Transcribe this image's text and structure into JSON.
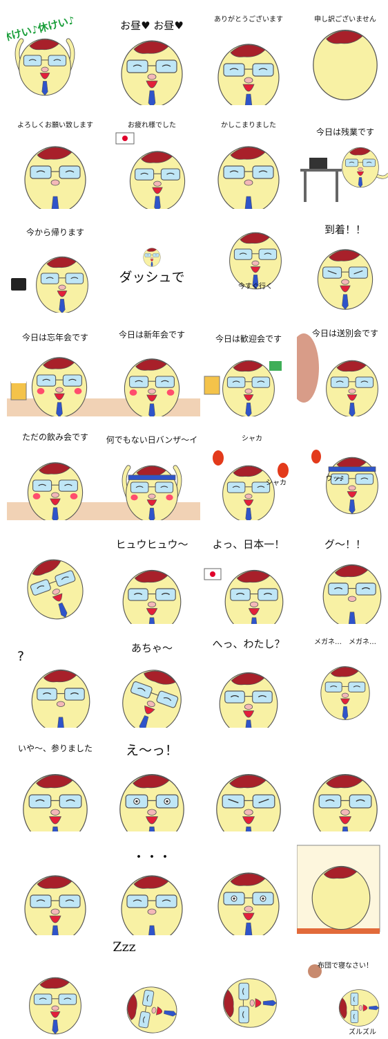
{
  "sheet": {
    "stickers": [
      {
        "caption": "休けい♪休けい♪",
        "pose": "cheer"
      },
      {
        "caption": "お昼♥ お昼♥",
        "pose": "onigiri"
      },
      {
        "caption": "ありがとうございます",
        "pose": "thanks"
      },
      {
        "caption": "申し訳ございません",
        "pose": "bow"
      },
      {
        "caption": "よろしくお願い致します",
        "pose": "greet"
      },
      {
        "caption": "お疲れ様でした",
        "pose": "flag"
      },
      {
        "caption": "かしこまりました",
        "pose": "greet"
      },
      {
        "caption": "今日は残業です",
        "pose": "desk"
      },
      {
        "caption": "今から帰ります",
        "pose": "bag"
      },
      {
        "caption": "ダッシュで",
        "pose": "fall"
      },
      {
        "caption": "今すぐ行く",
        "pose": "side"
      },
      {
        "caption": "到着！！",
        "pose": "arrive"
      },
      {
        "caption": "今日は忘年会です",
        "pose": "beer"
      },
      {
        "caption": "今日は新年会です",
        "pose": "sake"
      },
      {
        "caption": "今日は歓迎会です",
        "pose": "welcome"
      },
      {
        "caption": "今日は送別会です",
        "pose": "farewell"
      },
      {
        "caption": "ただの飲み会です",
        "pose": "drink"
      },
      {
        "caption": "何でもない日バンザ～イ",
        "pose": "banzai"
      },
      {
        "caption": "シャカ",
        "caption2": "シャカ",
        "pose": "maracas"
      },
      {
        "caption": "ウッ♪",
        "pose": "maracas2"
      },
      {
        "caption": "",
        "pose": "sing"
      },
      {
        "caption": "ヒュウヒュウ～",
        "pose": "whistle"
      },
      {
        "caption": "よっ、日本一！",
        "pose": "flag2"
      },
      {
        "caption": "グ～！！",
        "pose": "punch"
      },
      {
        "caption": "?",
        "pose": "question"
      },
      {
        "caption": "あちゃ～",
        "pose": "oops"
      },
      {
        "caption": "へっ、わたし？",
        "pose": "me"
      },
      {
        "caption": "メガネ…　メガネ…",
        "pose": "glasses"
      },
      {
        "caption": "いや～、参りました",
        "pose": "surrender"
      },
      {
        "caption": "え～っ！",
        "pose": "shock"
      },
      {
        "caption": "",
        "pose": "angry"
      },
      {
        "caption": "",
        "pose": "cry"
      },
      {
        "caption": "",
        "pose": "laugh"
      },
      {
        "caption": "・・・",
        "pose": "dots"
      },
      {
        "caption": "",
        "pose": "scream"
      },
      {
        "caption": "",
        "pose": "wall"
      },
      {
        "caption": "",
        "pose": "dance"
      },
      {
        "caption": "Zzz",
        "pose": "sleep"
      },
      {
        "caption": "",
        "pose": "lying"
      },
      {
        "caption": "布団で寝なさい！",
        "caption2": "ズルズル",
        "pose": "drag"
      }
    ]
  },
  "colors": {
    "body": "#f8f1a4",
    "hair": "#a8202a",
    "glasses": "#bfe6f6",
    "tie": "#2f54c9",
    "mouth": "#e2203a",
    "nose": "#f4b8b8",
    "cheek": "#ff4d6d",
    "outline": "#555555",
    "table": "#f1d2b5"
  }
}
